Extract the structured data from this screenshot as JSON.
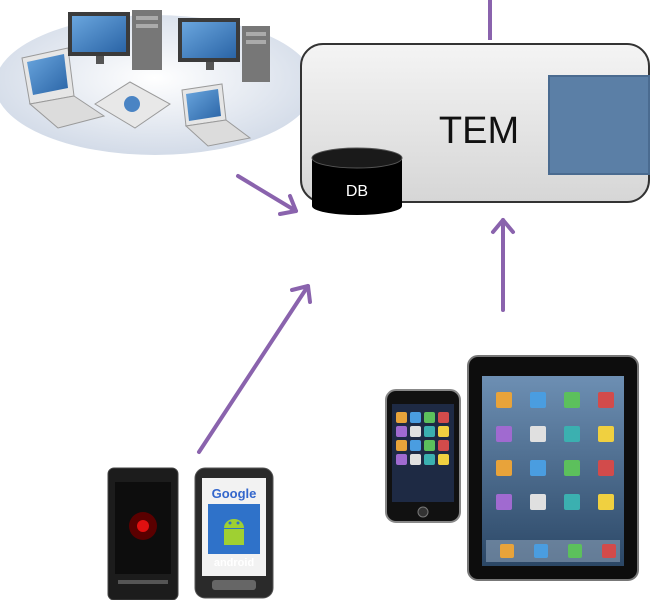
{
  "server": {
    "label": "TEM",
    "module_color": "#5b7fa6"
  },
  "database": {
    "label": "DB"
  },
  "arrow_color": "#8a63ad",
  "phones": {
    "google_text": "Google",
    "android_text": "android"
  }
}
